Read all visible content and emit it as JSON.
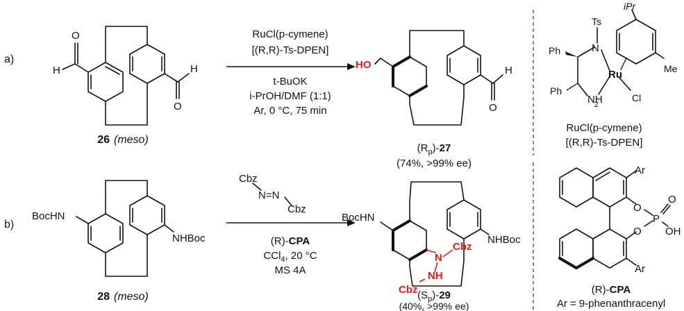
{
  "row_a": {
    "label": "a)",
    "reactant": {
      "number": "26",
      "desc": "(meso)"
    },
    "reagent1": "RuCl(p-cymene)",
    "reagent2": "[(R,R)-Ts-DPEN]",
    "cond1": "t-BuOK",
    "cond2": "i-PrOH/DMF (1:1)",
    "cond3": "Ar, 0 °C, 75 min",
    "product": {
      "prefix": "(R",
      "sub": "p",
      "suffix": ")-",
      "number": "27",
      "yield": "(74%, >99% ee)"
    },
    "substituent_HO": "HO",
    "substituent_H": "H",
    "substituent_O": "O"
  },
  "catalyst_a": {
    "iPr": "iPr",
    "Ts": "Ts",
    "N": "N",
    "Ru": "Ru",
    "Me": "Me",
    "Ph": "Ph",
    "NH2": "NH",
    "H2sub": "2",
    "Cl": "Cl",
    "name1": "RuCl(p-cymene)",
    "name2": "[(R,R)-Ts-DPEN]"
  },
  "row_b": {
    "label": "b)",
    "reactant": {
      "number": "28",
      "desc": "(meso)"
    },
    "BocHN": "BocHN",
    "NHBoc": "NHBoc",
    "azo_Cbz1": "Cbz",
    "azo_NN": "N=N",
    "azo_Cbz2": "Cbz",
    "cond1_prefix": "(R)-",
    "cond1_bold": "CPA",
    "cond2": "CCl",
    "cond2_sub": "4",
    "cond2_suffix": ", 20 °C",
    "cond3": "MS 4A",
    "product": {
      "prefix": "(S",
      "sub": "p",
      "suffix": ")-",
      "number": "29",
      "yield": "(40%, >99% ee)"
    },
    "red_N": "N",
    "red_Cbz1": "Cbz",
    "red_NH": "NH",
    "red_Cbz2": "Cbz"
  },
  "catalyst_b": {
    "Ar1": "Ar",
    "O1": "O",
    "P": "P",
    "O_dbl": "O",
    "OH": "OH",
    "O2": "O",
    "Ar2": "Ar",
    "name_prefix": "(R)-",
    "name_bold": "CPA",
    "ar_def": "Ar = 9-phenanthracenyl"
  }
}
